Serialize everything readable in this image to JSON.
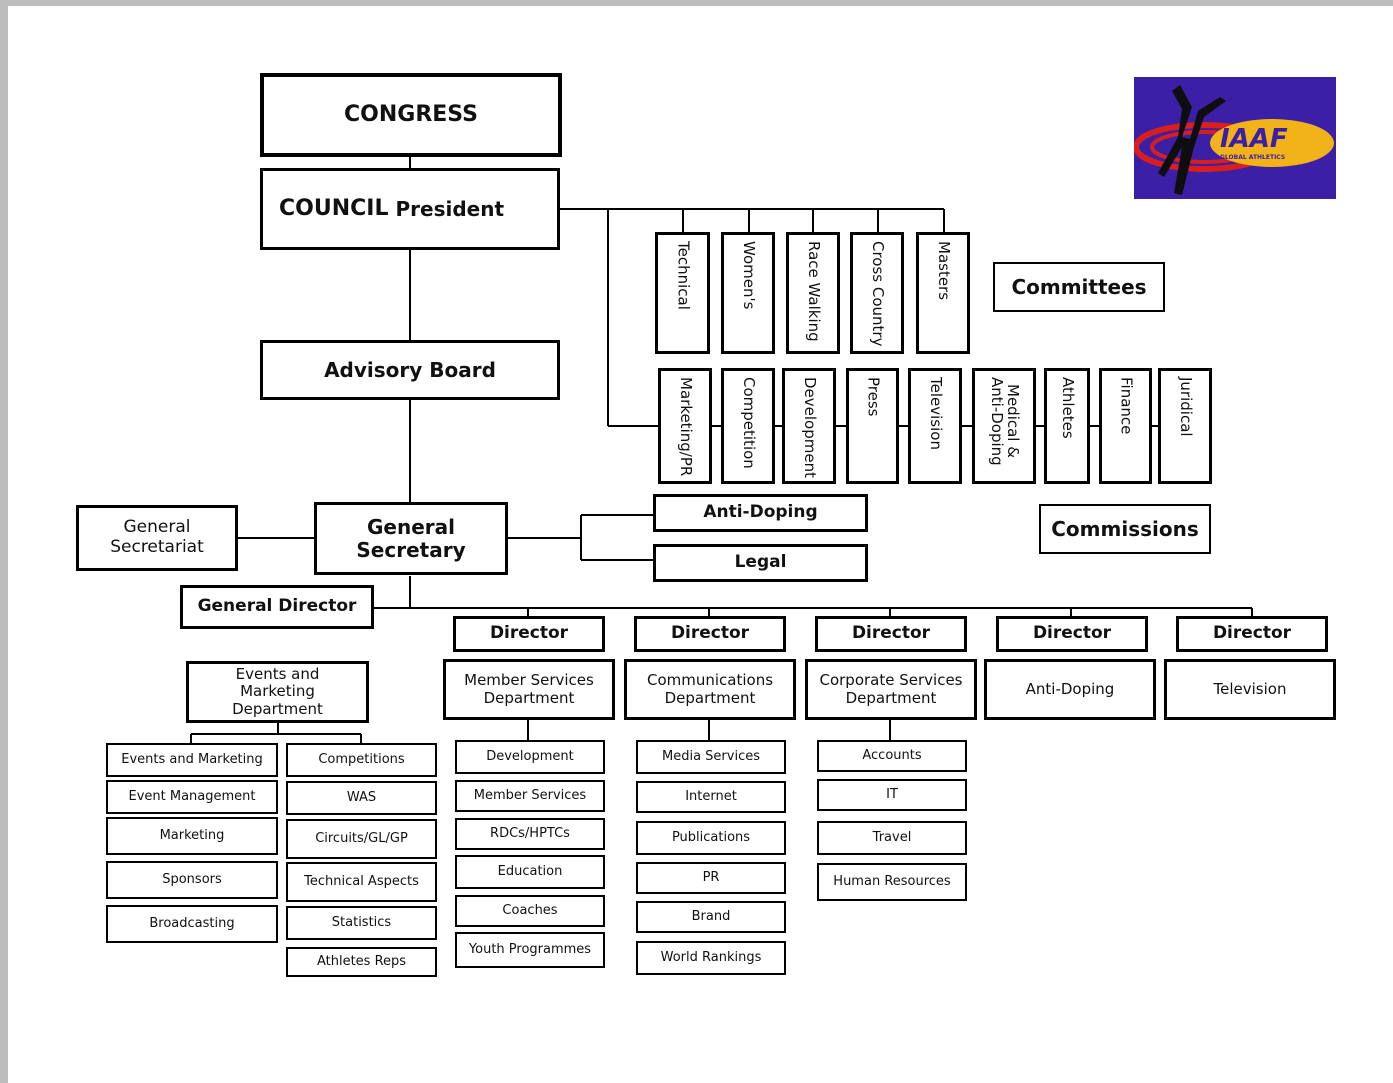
{
  "top": {
    "congress": "CONGRESS",
    "council_word": "COUNCIL",
    "president_word": "President",
    "advisory_board": "Advisory Board"
  },
  "committees": {
    "label": "Committees",
    "items": [
      "Technical",
      "Women's",
      "Race Walking",
      "Cross Country",
      "Masters"
    ]
  },
  "commissions": {
    "label": "Commissions",
    "items": [
      "Marketing/PR",
      "Competition",
      "Development",
      "Press",
      "Television",
      "Medical &\nAnti-Doping",
      "Athletes",
      "Finance",
      "Juridical"
    ]
  },
  "secretariat": {
    "general_secretariat": "General Secretariat",
    "general_secretary": "General Secretary",
    "anti_doping": "Anti-Doping",
    "legal": "Legal",
    "general_director": "General Director"
  },
  "events": {
    "title": "Events and Marketing Department",
    "col1": [
      "Events and Marketing",
      "Event Management",
      "Marketing",
      "Sponsors",
      "Broadcasting"
    ],
    "col2": [
      "Competitions",
      "WAS",
      "Circuits/GL/GP",
      "Technical Aspects",
      "Statistics",
      "Athletes Reps"
    ]
  },
  "directors": [
    {
      "label": "Director",
      "dept": "Member Services Department",
      "items": [
        "Development",
        "Member Services",
        "RDCs/HPTCs",
        "Education",
        "Coaches",
        "Youth Programmes"
      ]
    },
    {
      "label": "Director",
      "dept": "Communications Department",
      "items": [
        "Media Services",
        "Internet",
        "Publications",
        "PR",
        "Brand",
        "World Rankings"
      ]
    },
    {
      "label": "Director",
      "dept": "Corporate Services Department",
      "items": [
        "Accounts",
        "IT",
        "Travel",
        "Human Resources"
      ]
    },
    {
      "label": "Director",
      "dept": "Anti-Doping",
      "items": []
    },
    {
      "label": "Director",
      "dept": "Television",
      "items": []
    }
  ],
  "logo": {
    "text": "IAAF",
    "subtext": "GLOBAL ATHLETICS",
    "bg_color": "#3b1fa6",
    "ring_color": "#f2b318",
    "swoosh_color": "#d81e1e"
  }
}
